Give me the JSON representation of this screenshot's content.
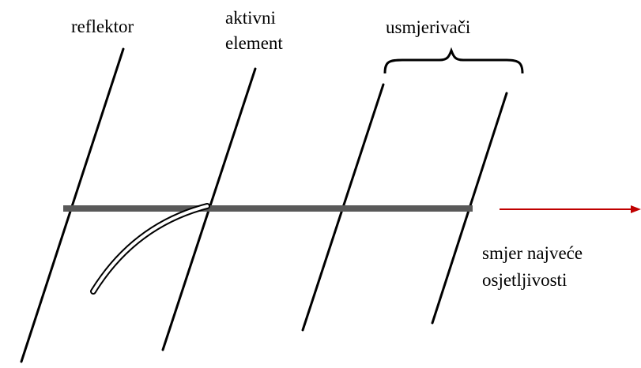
{
  "labels": {
    "reflector": "reflektor",
    "active_line1": "aktivni",
    "active_line2": "element",
    "directors": "usmjerivači",
    "direction_line1": "smjer najveće",
    "direction_line2": "osjetljivosti"
  },
  "colors": {
    "element_stroke": "#000000",
    "boom": "#595959",
    "arrow": "#c00000",
    "background": "#ffffff"
  }
}
